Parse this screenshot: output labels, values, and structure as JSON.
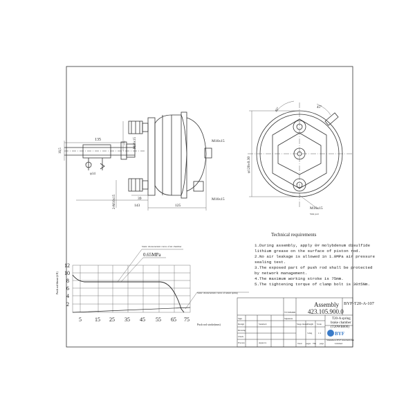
{
  "dims": {
    "d135": "135",
    "d16_5": "16,5",
    "dM16x15_top": "M16x15",
    "dM16x15_left": "2-M16x15",
    "dphi14": "φ14",
    "d39": "39",
    "d143": "143",
    "d125": "125",
    "dM16x15_r1": "M16x15",
    "dM16x15_r2": "M16x15",
    "dphi120": "φ120±0.30",
    "dM16x15_bottom": "M16x15",
    "side_port": "Side port",
    "d45": "45°",
    "d45_left": "45°"
  },
  "tech": {
    "heading": "Technical requirements",
    "lines": [
      "1.During assembly, apply 0# molybdenum disulfide",
      "lithium grease on the surface of piston rod.",
      "2.No air leakage is allowed in 1.0MPa air pressure",
      "sealing test.",
      "3.The exposed part of push rod shall be protected",
      "by network management.",
      "4.The maximum working stroke is 75mm.",
      "5.The tightening torque of clamp bolt is 30±5Nm."
    ]
  },
  "graph": {
    "ylabel": "Push rod thrust (kN)",
    "yticks": [
      "12",
      "10",
      "8",
      "6",
      "4",
      "2"
    ],
    "xticks": [
      "5",
      "15",
      "25",
      "35",
      "45",
      "55",
      "65",
      "75"
    ],
    "xlabel": "Push rod stroke(mm)",
    "pressure_label": "0.65MPa",
    "air_curve_note": "Static characteristic curve of air chamber",
    "spring_curve_note": "Static characteristic curve of return spring"
  },
  "title_block": {
    "assembly_label": "Assembly",
    "part_number": "423.105.900.0",
    "drawing_code": "BYF-T20-A-107",
    "desc_line1": "T20-A spring",
    "desc_line2": "brake chamber",
    "desc_line3": "(T20WB000)",
    "company_line1": "Shenzhen BYF International",
    "company_line2": "Limited",
    "logo_text": "BYF",
    "rows": {
      "sign": "Sign",
      "design": "Design",
      "drawing": "Drawing",
      "check": "Check",
      "process": "Process",
      "standard": "Standard",
      "approve": "Approve",
      "signature": "Signature",
      "ymd": "YYYMMDD",
      "stage": "Stage marks",
      "weight": "Weight",
      "scale": "Scale",
      "weight_val": "3.2kg",
      "scale_val": "1:1",
      "total": "Total",
      "pages": "pages",
      "the": "The",
      "page": "page"
    }
  },
  "colors": {
    "line": "#333333",
    "thin": "#555555",
    "dim": "#444444"
  }
}
